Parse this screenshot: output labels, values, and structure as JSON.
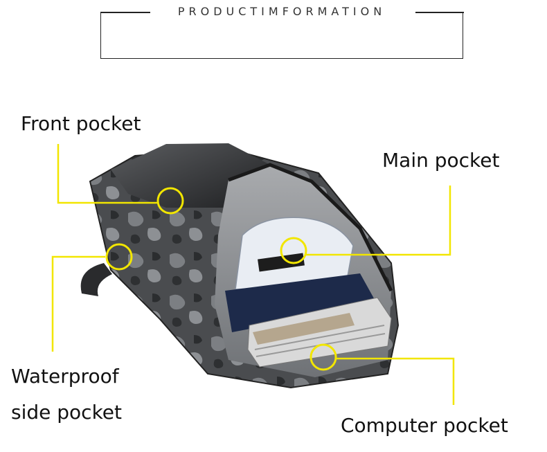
{
  "header": {
    "title": "PRODUCTIMFORMATION"
  },
  "labels": {
    "front_pocket": "Front pocket",
    "main_pocket": "Main pocket",
    "waterproof_line1": "Waterproof",
    "waterproof_line2": "side pocket",
    "computer_pocket": "Computer pocket"
  },
  "colors": {
    "callout": "#f2e600",
    "text": "#111111"
  }
}
